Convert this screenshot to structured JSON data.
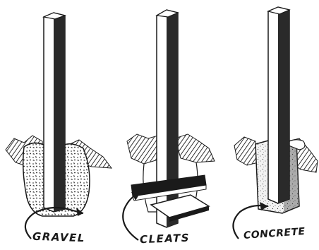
{
  "panels": [
    {
      "id": "gravel",
      "label": "GRAVEL"
    },
    {
      "id": "cleats",
      "label": "CLEATS"
    },
    {
      "id": "concrete",
      "label": "CONCRETE"
    }
  ],
  "colors": {
    "ink": "#1a1a1a",
    "paper": "#ffffff",
    "post_shade": "#2a2a2a"
  },
  "icons": [
    "fill-arrow-icon"
  ]
}
